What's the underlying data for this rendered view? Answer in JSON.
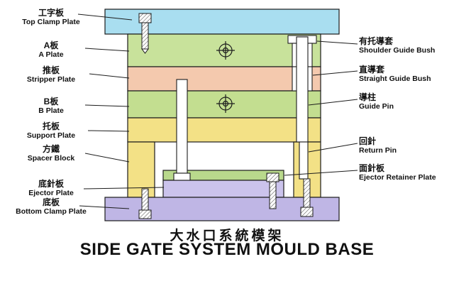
{
  "title": {
    "zh": "大水口系統模架",
    "en": "SIDE GATE SYSTEM MOULD BASE"
  },
  "left_labels": [
    {
      "zh": "工字板",
      "en": "Top Clamp Plate"
    },
    {
      "zh": "A板",
      "en": "A Plate"
    },
    {
      "zh": "推板",
      "en": "Stripper Plate"
    },
    {
      "zh": "B板",
      "en": "B Plate"
    },
    {
      "zh": "托板",
      "en": "Support Plate"
    },
    {
      "zh": "方鐵",
      "en": "Spacer Block"
    },
    {
      "zh": "底針板",
      "en": "Ejector Plate"
    },
    {
      "zh": "底板",
      "en": "Bottom Clamp Plate"
    }
  ],
  "right_labels": [
    {
      "zh": "有托導套",
      "en": "Shoulder Guide Bush"
    },
    {
      "zh": "直導套",
      "en": "Straight Guide Bush"
    },
    {
      "zh": "導柱",
      "en": "Guide Pin"
    },
    {
      "zh": "回針",
      "en": "Return Pin"
    },
    {
      "zh": "面針板",
      "en": "Ejector Retainer Plate"
    }
  ],
  "colors": {
    "top_clamp_plate": "#a9def0",
    "a_plate": "#c8e29b",
    "stripper_plate": "#f4c9ae",
    "b_plate": "#c3de90",
    "support_plate": "#f3e186",
    "spacer_block": "#f3e186",
    "ejector_retainer_plate": "#b9d98c",
    "ejector_plate": "#cbc3ec",
    "bottom_clamp_plate": "#bfb6e5",
    "pin_fill": "#ffffff",
    "outline": "#1c1c1c",
    "background": "#ffffff"
  }
}
